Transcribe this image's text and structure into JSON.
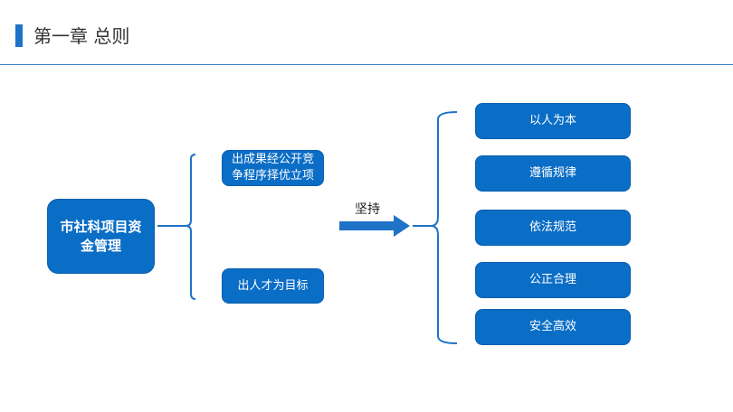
{
  "header": {
    "title": "第一章 总则"
  },
  "diagram": {
    "main_node": "市社科项目资金管理",
    "branches": [
      "出成果经公开竞争程序择优立项",
      "出人才为目标"
    ],
    "arrow_label": "坚持",
    "principles": [
      "以人为本",
      "遵循规律",
      "依法规范",
      "公正合理",
      "安全高效"
    ]
  },
  "colors": {
    "accent": "#1f73c7",
    "box_fill": "#0a6dc6",
    "rule": "#3a82cc"
  }
}
